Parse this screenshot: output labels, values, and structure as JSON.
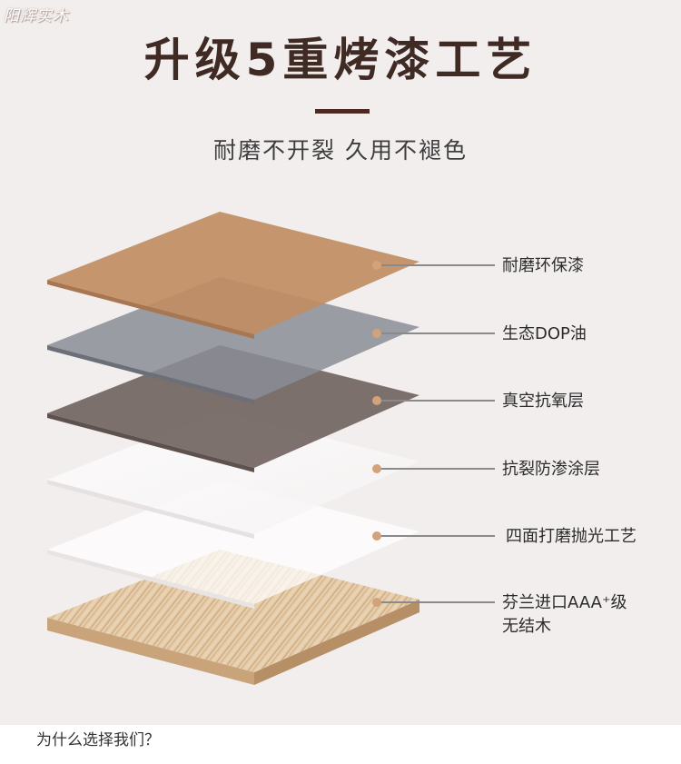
{
  "watermark": "阳辉实木",
  "title": "升级5重烤漆工艺",
  "subtitle": "耐磨不开裂 久用不褪色",
  "layers": [
    {
      "label": "耐磨环保漆",
      "name": "wear-resistant-paint"
    },
    {
      "label": "生态DOP油",
      "name": "eco-dop-oil"
    },
    {
      "label": "真空抗氧层",
      "name": "vacuum-antioxidant"
    },
    {
      "label": "抗裂防渗涂层",
      "name": "anti-crack-coating"
    },
    {
      "label": "四面打磨抛光工艺",
      "name": "four-side-polish"
    },
    {
      "label_line1": "芬兰进口AAA⁺级",
      "label_line2": "无结木",
      "name": "finland-wood"
    }
  ],
  "colors": {
    "background": "#f2eeee",
    "title": "#3f2a24",
    "layer_paint": "#c18d63",
    "layer_oil": "#8b8d97",
    "layer_vacuum": "#7b6d69",
    "layer_coating": "#ffffff",
    "layer_polish": "#fbfafa",
    "layer_wood": "#e3c9a8",
    "dot": "#d4a27a",
    "leader": "#8a8a8a"
  },
  "footer": "为什么选择我们？"
}
